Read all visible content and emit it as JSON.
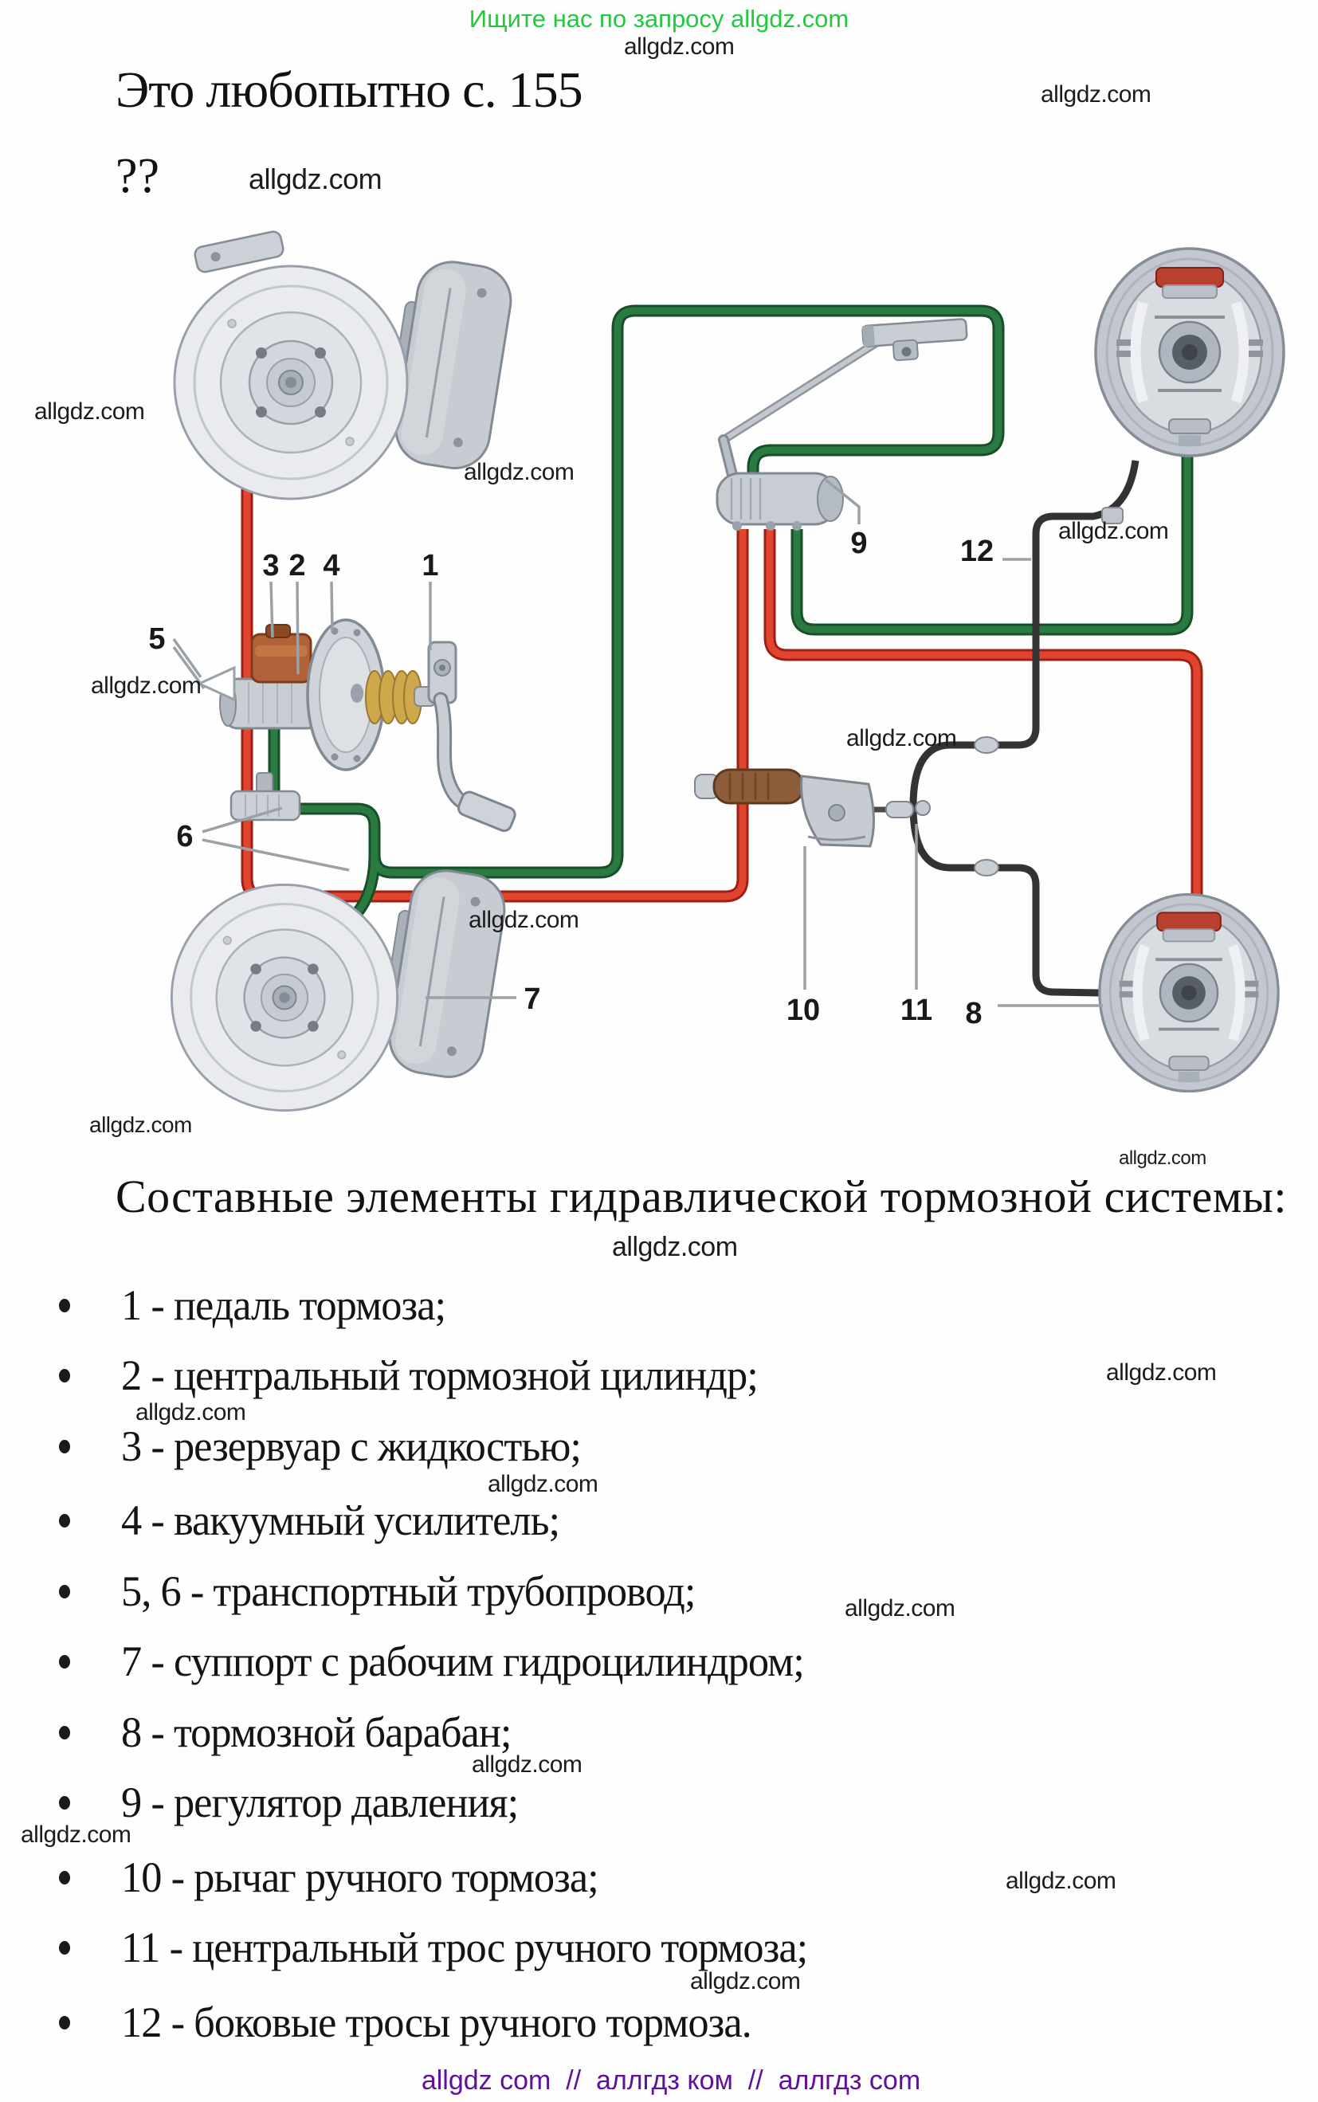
{
  "watermark_text": "allgdz.com",
  "header": {
    "promo": "Ищите нас по запросу allgdz.com",
    "promo_color": "#22c93e",
    "title": "Это любопытно с. 155",
    "question_marks": "??"
  },
  "diagram": {
    "callouts": {
      "c1": "1",
      "c2": "2",
      "c3": "3",
      "c4": "4",
      "c5": "5",
      "c6": "6",
      "c7": "7",
      "c8": "8",
      "c9": "9",
      "c10": "10",
      "c11": "11",
      "c12": "12"
    },
    "colors": {
      "front_circuit_pipe": "#e2452f",
      "rear_circuit_pipe": "#2a7a41",
      "handbrake_cable": "#333333"
    }
  },
  "section": {
    "heading": "Составные элементы гидравлической тормозной системы:",
    "items": [
      {
        "text": "1 - педаль тормоза;"
      },
      {
        "text": "2 - центральный тормозной цилиндр;"
      },
      {
        "text": "3 - резервуар с жидкостью;"
      },
      {
        "text": "4 - вакуумный усилитель;"
      },
      {
        "text": "5, 6 - транспортный трубопровод;"
      },
      {
        "text": "7 - суппорт с рабочим гидроцилиндром;"
      },
      {
        "text": "8 - тормозной барабан;"
      },
      {
        "text": "9 - регулятор давления;"
      },
      {
        "text": "10 - рычаг ручного тормоза;"
      },
      {
        "text": "11 - центральный трос ручного тормоза;"
      },
      {
        "text": "12 - боковые тросы ручного тормоза."
      }
    ]
  },
  "footer": {
    "text": "allgdz com  //  аллгдз ком  //  аллгдз com",
    "color": "#5d119c"
  }
}
